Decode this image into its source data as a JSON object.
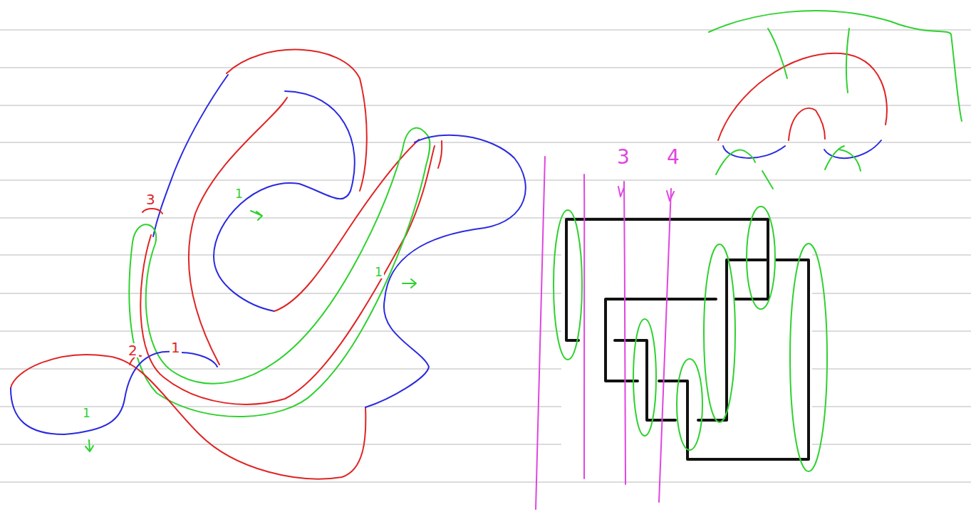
{
  "diagram": {
    "labels": [
      "3",
      "2",
      "1",
      "1",
      "1",
      "1",
      "3",
      "4"
    ]
  }
}
